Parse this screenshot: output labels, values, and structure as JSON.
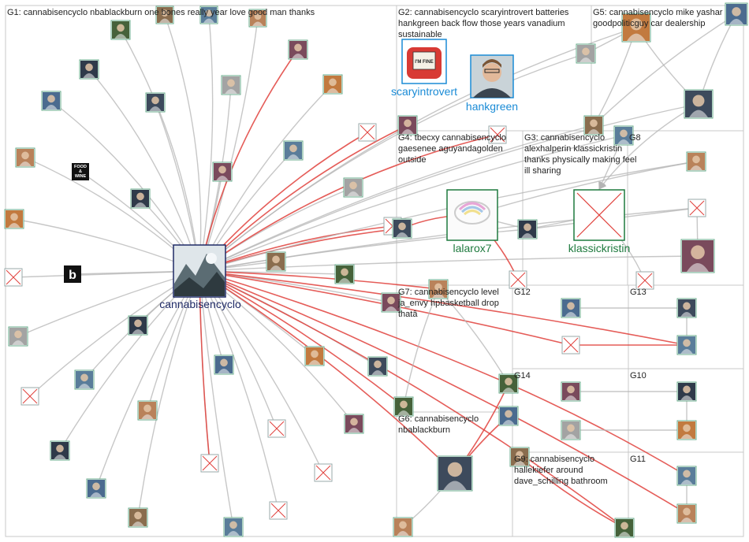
{
  "colors": {
    "background": "#ffffff",
    "group_border": "#c8c8c8",
    "edge_gray": "#b4b4b4",
    "edge_red": "#e0413c",
    "hub_label": "#1f2a66",
    "blue_label": "#1a8bd6",
    "green_label": "#1e7a3e",
    "placeholder_red": "#e0413c"
  },
  "groups": [
    {
      "id": "G1",
      "label": "G1: cannabisencyclo nbablackburn one bones really year love good man thanks",
      "lines": [
        "G1: cannabisencyclo nbablackburn one bones really year love good man thanks"
      ]
    },
    {
      "id": "G2",
      "label": "G2: cannabisencyclo scaryintrovert batteries hankgreen back flow those years vanadium sustainable",
      "lines": [
        "G2: cannabisencyclo scaryintrovert batteries",
        "hankgreen back flow those years vanadium",
        "sustainable"
      ]
    },
    {
      "id": "G5",
      "label": "G5: cannabisencyclo mike yashar goodpoliticguy car dealership",
      "lines": [
        "G5: cannabisencyclo mike yashar",
        "goodpoliticguy car dealership"
      ]
    },
    {
      "id": "G4",
      "label": "G4: tbecxy cannabisencyclo gaesenee aguyandagolden outside",
      "lines": [
        "G4: tbecxy cannabisencyclo",
        "gaesenee aguyandagolden",
        "outside"
      ]
    },
    {
      "id": "G3",
      "label": "G3: cannabisencyclo alexhalperin klassickristin thanks physically making feel ill sharing",
      "lines": [
        "G3: cannabisencyclo",
        "alexhalperin klassickristin",
        "thanks physically making feel",
        "ill sharing"
      ]
    },
    {
      "id": "G8",
      "label": "G8",
      "lines": [
        "G8"
      ]
    },
    {
      "id": "G7",
      "label": "G7: cannabisencyclo level ja_envy hpbasketball drop thatâ",
      "lines": [
        "G7: cannabisencyclo level",
        "ja_envy hpbasketball drop",
        "thatâ"
      ]
    },
    {
      "id": "G12",
      "label": "G12",
      "lines": [
        "G12"
      ]
    },
    {
      "id": "G13",
      "label": "G13",
      "lines": [
        "G13"
      ]
    },
    {
      "id": "G14",
      "label": "G14",
      "lines": [
        "G14"
      ]
    },
    {
      "id": "G10",
      "label": "G10",
      "lines": [
        "G10"
      ]
    },
    {
      "id": "G6",
      "label": "G6: cannabisencyclo nbablackburn",
      "lines": [
        "G6: cannabisencyclo",
        "nbablackburn"
      ]
    },
    {
      "id": "G9",
      "label": "G9: cannabisencyclo hallekiefer around dave_schilling bathroom",
      "lines": [
        "G9: cannabisencyclo",
        "hallekiefer around",
        "dave_schilling bathroom"
      ]
    },
    {
      "id": "G11",
      "label": "G11",
      "lines": [
        "G11"
      ]
    }
  ],
  "named_nodes": {
    "hub": "cannabisencyclo",
    "scaryintrovert": "scaryintrovert",
    "hankgreen": "hankgreen",
    "lalarox7": "lalarox7",
    "klassickristin": "klassickristin"
  },
  "icons": {
    "food_wine_line1": "FOOD",
    "food_wine_and": "&",
    "food_wine_line2": "WINE",
    "fine_sign": "I'M FINE",
    "bleacher_glyph": "b"
  }
}
